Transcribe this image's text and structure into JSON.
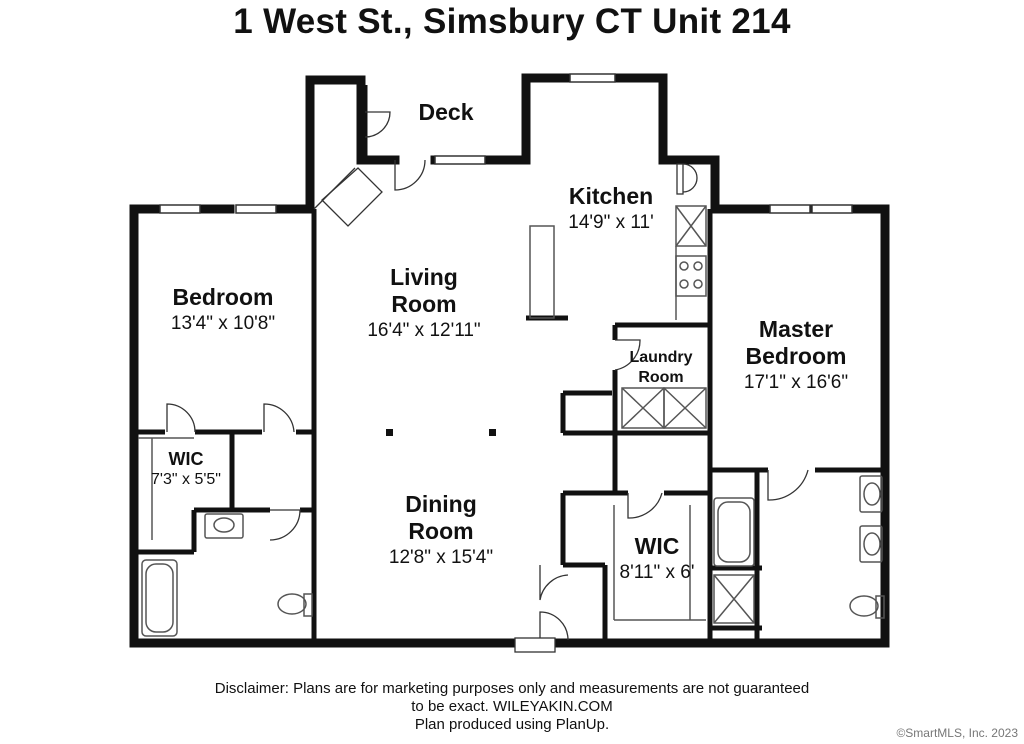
{
  "title": "1 West St., Simsbury CT Unit 214",
  "rooms": {
    "deck": {
      "name": "Deck"
    },
    "kitchen": {
      "name": "Kitchen",
      "dim": "14'9\" x 11'"
    },
    "living": {
      "name1": "Living",
      "name2": "Room",
      "dim": "16'4\" x 12'11\""
    },
    "bedroom": {
      "name": "Bedroom",
      "dim": "13'4\" x 10'8\""
    },
    "wic_left": {
      "name": "WIC",
      "dim": "7'3\" x 5'5\""
    },
    "laundry": {
      "name1": "Laundry",
      "name2": "Room"
    },
    "master": {
      "name1": "Master",
      "name2": "Bedroom",
      "dim": "17'1\" x 16'6\""
    },
    "dining": {
      "name1": "Dining",
      "name2": "Room",
      "dim": "12'8\" x 15'4\""
    },
    "wic_right": {
      "name": "WIC",
      "dim": "8'11\" x 6'"
    }
  },
  "disclaimer": {
    "line1": "Disclaimer: Plans are for marketing purposes only and measurements are not guaranteed",
    "line2": "to be exact. WILEYAKIN.COM",
    "line3": "Plan produced using PlanUp."
  },
  "credit": "©SmartMLS, Inc.  2023",
  "colors": {
    "wall": "#111111",
    "fixture": "#555555"
  }
}
